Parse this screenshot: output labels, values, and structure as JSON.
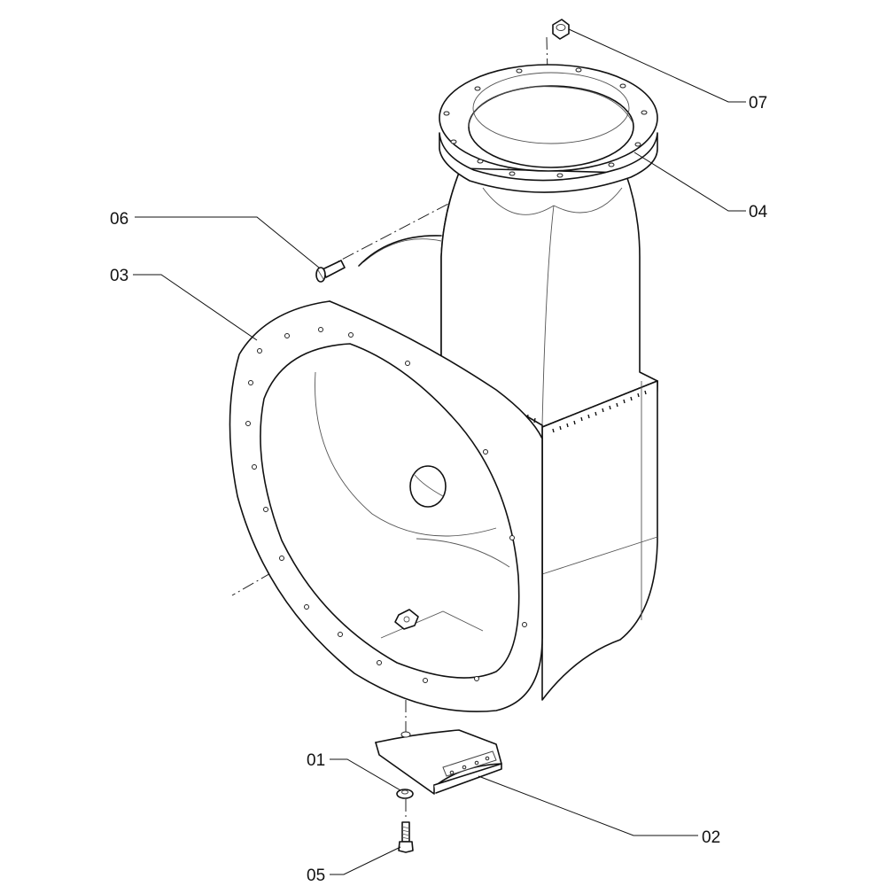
{
  "diagram": {
    "type": "exploded-parts-drawing",
    "callouts": [
      {
        "id": "01",
        "label": "01"
      },
      {
        "id": "02",
        "label": "02"
      },
      {
        "id": "03",
        "label": "03"
      },
      {
        "id": "04",
        "label": "04"
      },
      {
        "id": "05",
        "label": "05"
      },
      {
        "id": "06",
        "label": "06"
      },
      {
        "id": "07",
        "label": "07"
      }
    ]
  }
}
